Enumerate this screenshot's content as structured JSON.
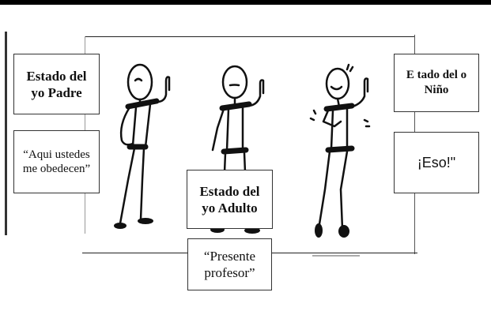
{
  "boxes": {
    "padre_title": "Estado del yo Padre",
    "padre_quote": "“Aqui ustedes me obedecen”",
    "adulto_title": "Estado del yo Adulto",
    "adulto_quote": "“Presente profesor”",
    "nino_title": "E tado del o Niño",
    "nino_quote": "¡Eso!\""
  },
  "figures": [
    "parent-stick-figure",
    "adult-stick-figure",
    "child-stick-figure"
  ]
}
